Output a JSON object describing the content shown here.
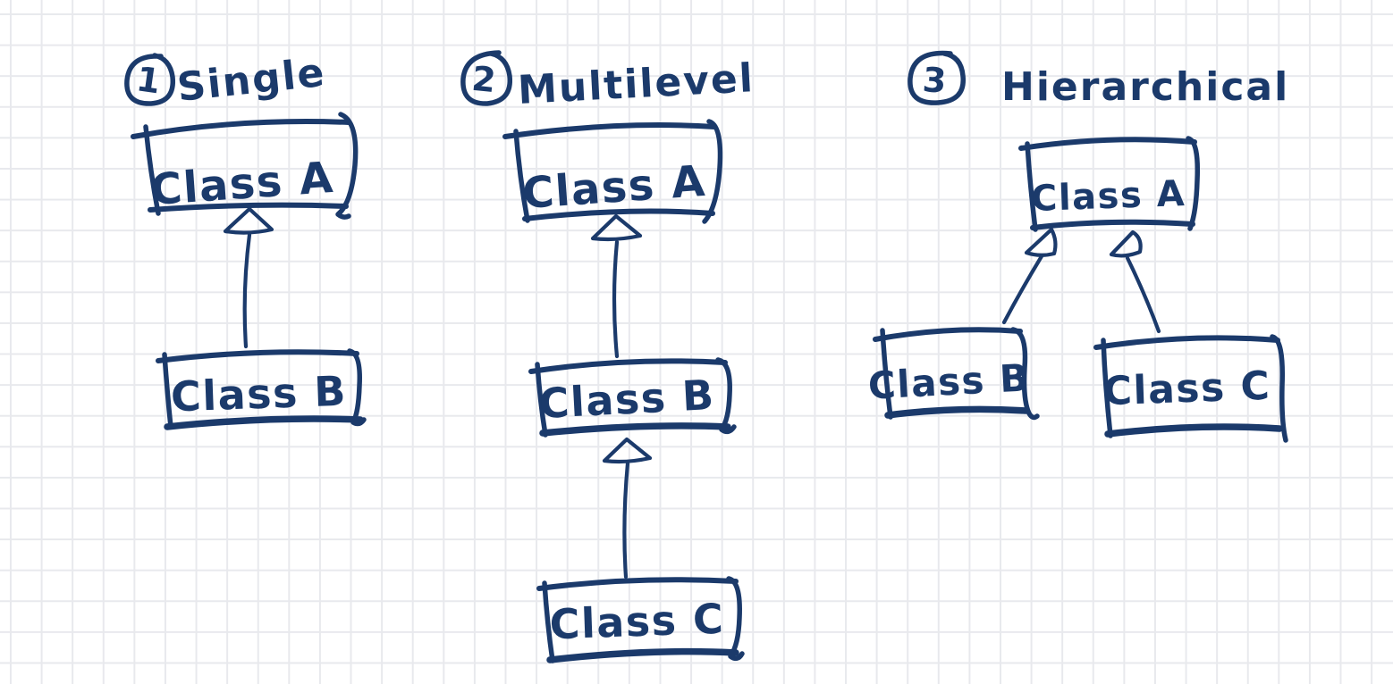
{
  "canvas": {
    "background": "#ffffff",
    "grid_color": "#e8e9ed",
    "ink_color": "#1b3a6b"
  },
  "sections": [
    {
      "number": "1",
      "title": "Single",
      "nodes": {
        "a": "Class A",
        "b": "Class B"
      }
    },
    {
      "number": "2",
      "title": "Multilevel",
      "nodes": {
        "a": "Class A",
        "b": "Class B",
        "c": "Class C"
      }
    },
    {
      "number": "3",
      "title": "Hierarchical",
      "nodes": {
        "a": "Class A",
        "b": "Class B",
        "c": "Class C"
      }
    }
  ]
}
